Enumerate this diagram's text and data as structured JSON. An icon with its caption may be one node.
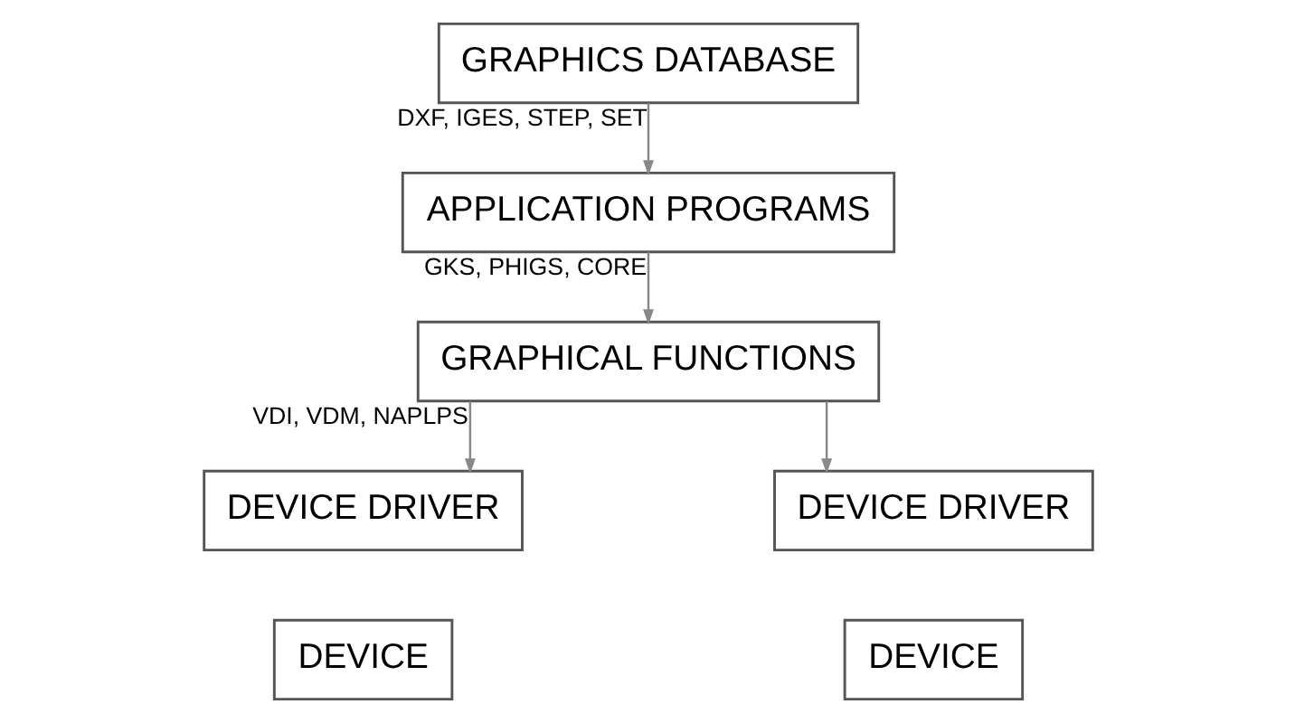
{
  "diagram": {
    "nodes": [
      {
        "text": [
          "GRAPHICS DATABASE"
        ]
      },
      {
        "text": [
          "APPLICATION PROGRAMS"
        ]
      },
      {
        "text": [
          "GRAPHICAL FUNCTIONS"
        ]
      },
      {
        "text": [
          "DEVICE DRIVER"
        ]
      },
      {
        "text": [
          "DEVICE"
        ]
      },
      {
        "text": [
          "DEVICE DRIVER"
        ]
      },
      {
        "text": [
          "DEVICE"
        ]
      }
    ],
    "edges": [
      {
        "from": 0,
        "to": 1,
        "arrow": "to",
        "label": "DXF, IGES, STEP, SET"
      },
      {
        "from": 1,
        "to": 2,
        "arrow": "to",
        "label": "GKS, PHIGS, CORE"
      },
      {
        "from": 2,
        "to": 3,
        "arrow": "to",
        "label": "VDI, VDM, NAPLPS"
      },
      {
        "from": 2,
        "to": 5,
        "arrow": "to"
      }
    ]
  }
}
